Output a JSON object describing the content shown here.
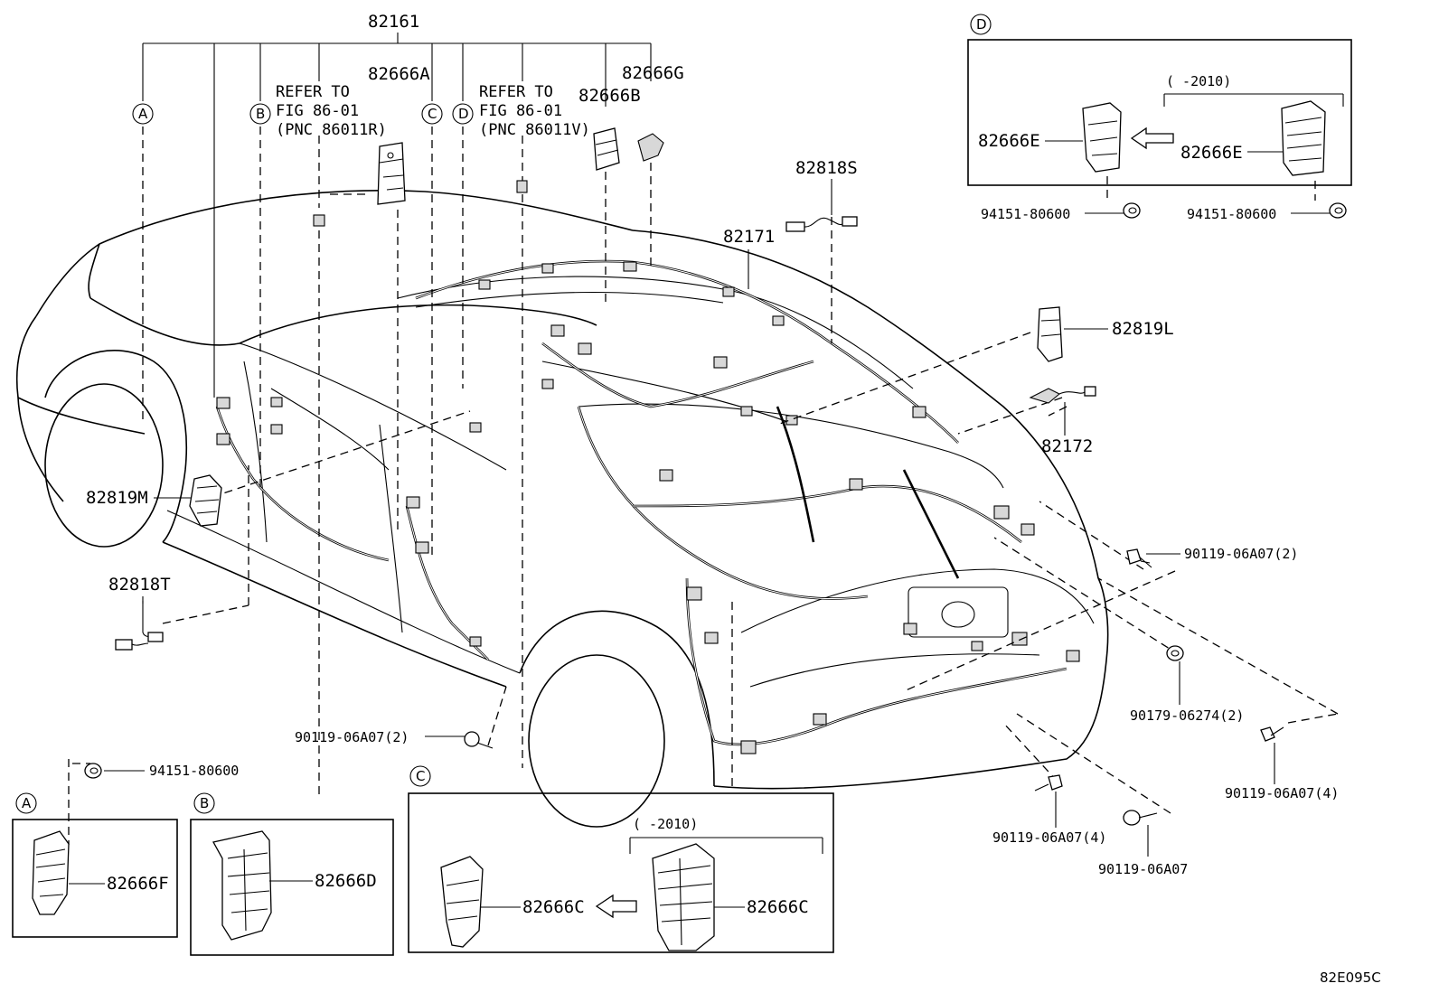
{
  "labels": {
    "p82161": "82161",
    "p82666A": "82666A",
    "p82666G": "82666G",
    "p82666B": "82666B",
    "p82818S": "82818S",
    "p82171": "82171",
    "p82819L": "82819L",
    "p82172": "82172",
    "p82819M": "82819M",
    "p82818T": "82818T",
    "bolt_left": "90119-06A07(2)",
    "bolt_r1": "90119-06A07(2)",
    "nut_r": "90179-06274(2)",
    "bolt_r4": "90119-06A07(4)",
    "bolt_mid4": "90119-06A07(4)",
    "bolt_mid": "90119-06A07",
    "clip_A": "94151-80600",
    "clip_D1": "94151-80600",
    "clip_D2": "94151-80600",
    "p82666F": "82666F",
    "p82666D": "82666D",
    "p82666C_new": "82666C",
    "p82666C_old": "82666C",
    "p82666E_new": "82666E",
    "p82666E_old": "82666E",
    "range_C": "(   -2010)",
    "range_D": "(   -2010)",
    "diagram_code": "82E095C"
  },
  "refer_B": {
    "line1": "REFER TO",
    "line2": "FIG 86-01",
    "line3": "(PNC 86011R)"
  },
  "refer_D": {
    "line1": "REFER TO",
    "line2": "FIG 86-01",
    "line3": "(PNC 86011V)"
  },
  "callouts": {
    "A": "A",
    "B": "B",
    "C": "C",
    "D": "D"
  },
  "icons": [
    "circle-callout",
    "arrow-left-icon",
    "bolt-icon",
    "clip-icon",
    "junction-block-icon"
  ]
}
